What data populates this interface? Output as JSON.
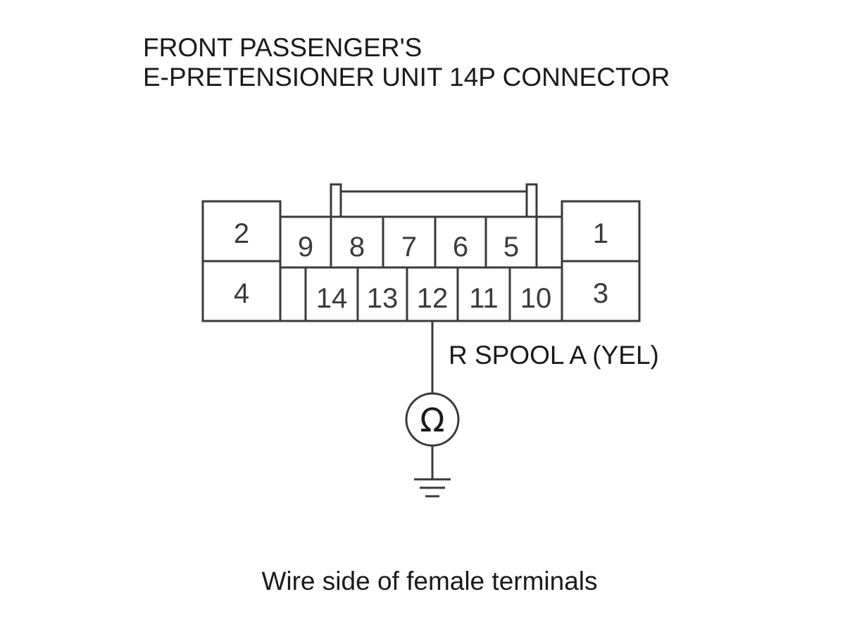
{
  "title": {
    "line1": "FRONT PASSENGER'S",
    "line2": "E-PRETENSIONER UNIT 14P CONNECTOR"
  },
  "connector": {
    "pins": {
      "p1": "1",
      "p2": "2",
      "p3": "3",
      "p4": "4",
      "p5": "5",
      "p6": "6",
      "p7": "7",
      "p8": "8",
      "p9": "9",
      "p10": "10",
      "p11": "11",
      "p12": "12",
      "p13": "13",
      "p14": "14"
    }
  },
  "probe": {
    "wire_label": "R SPOOL A (YEL)",
    "meter_symbol": "Ω",
    "meter_icon": "ohmmeter-icon",
    "ground_icon": "ground-icon"
  },
  "caption": "Wire side of female terminals"
}
